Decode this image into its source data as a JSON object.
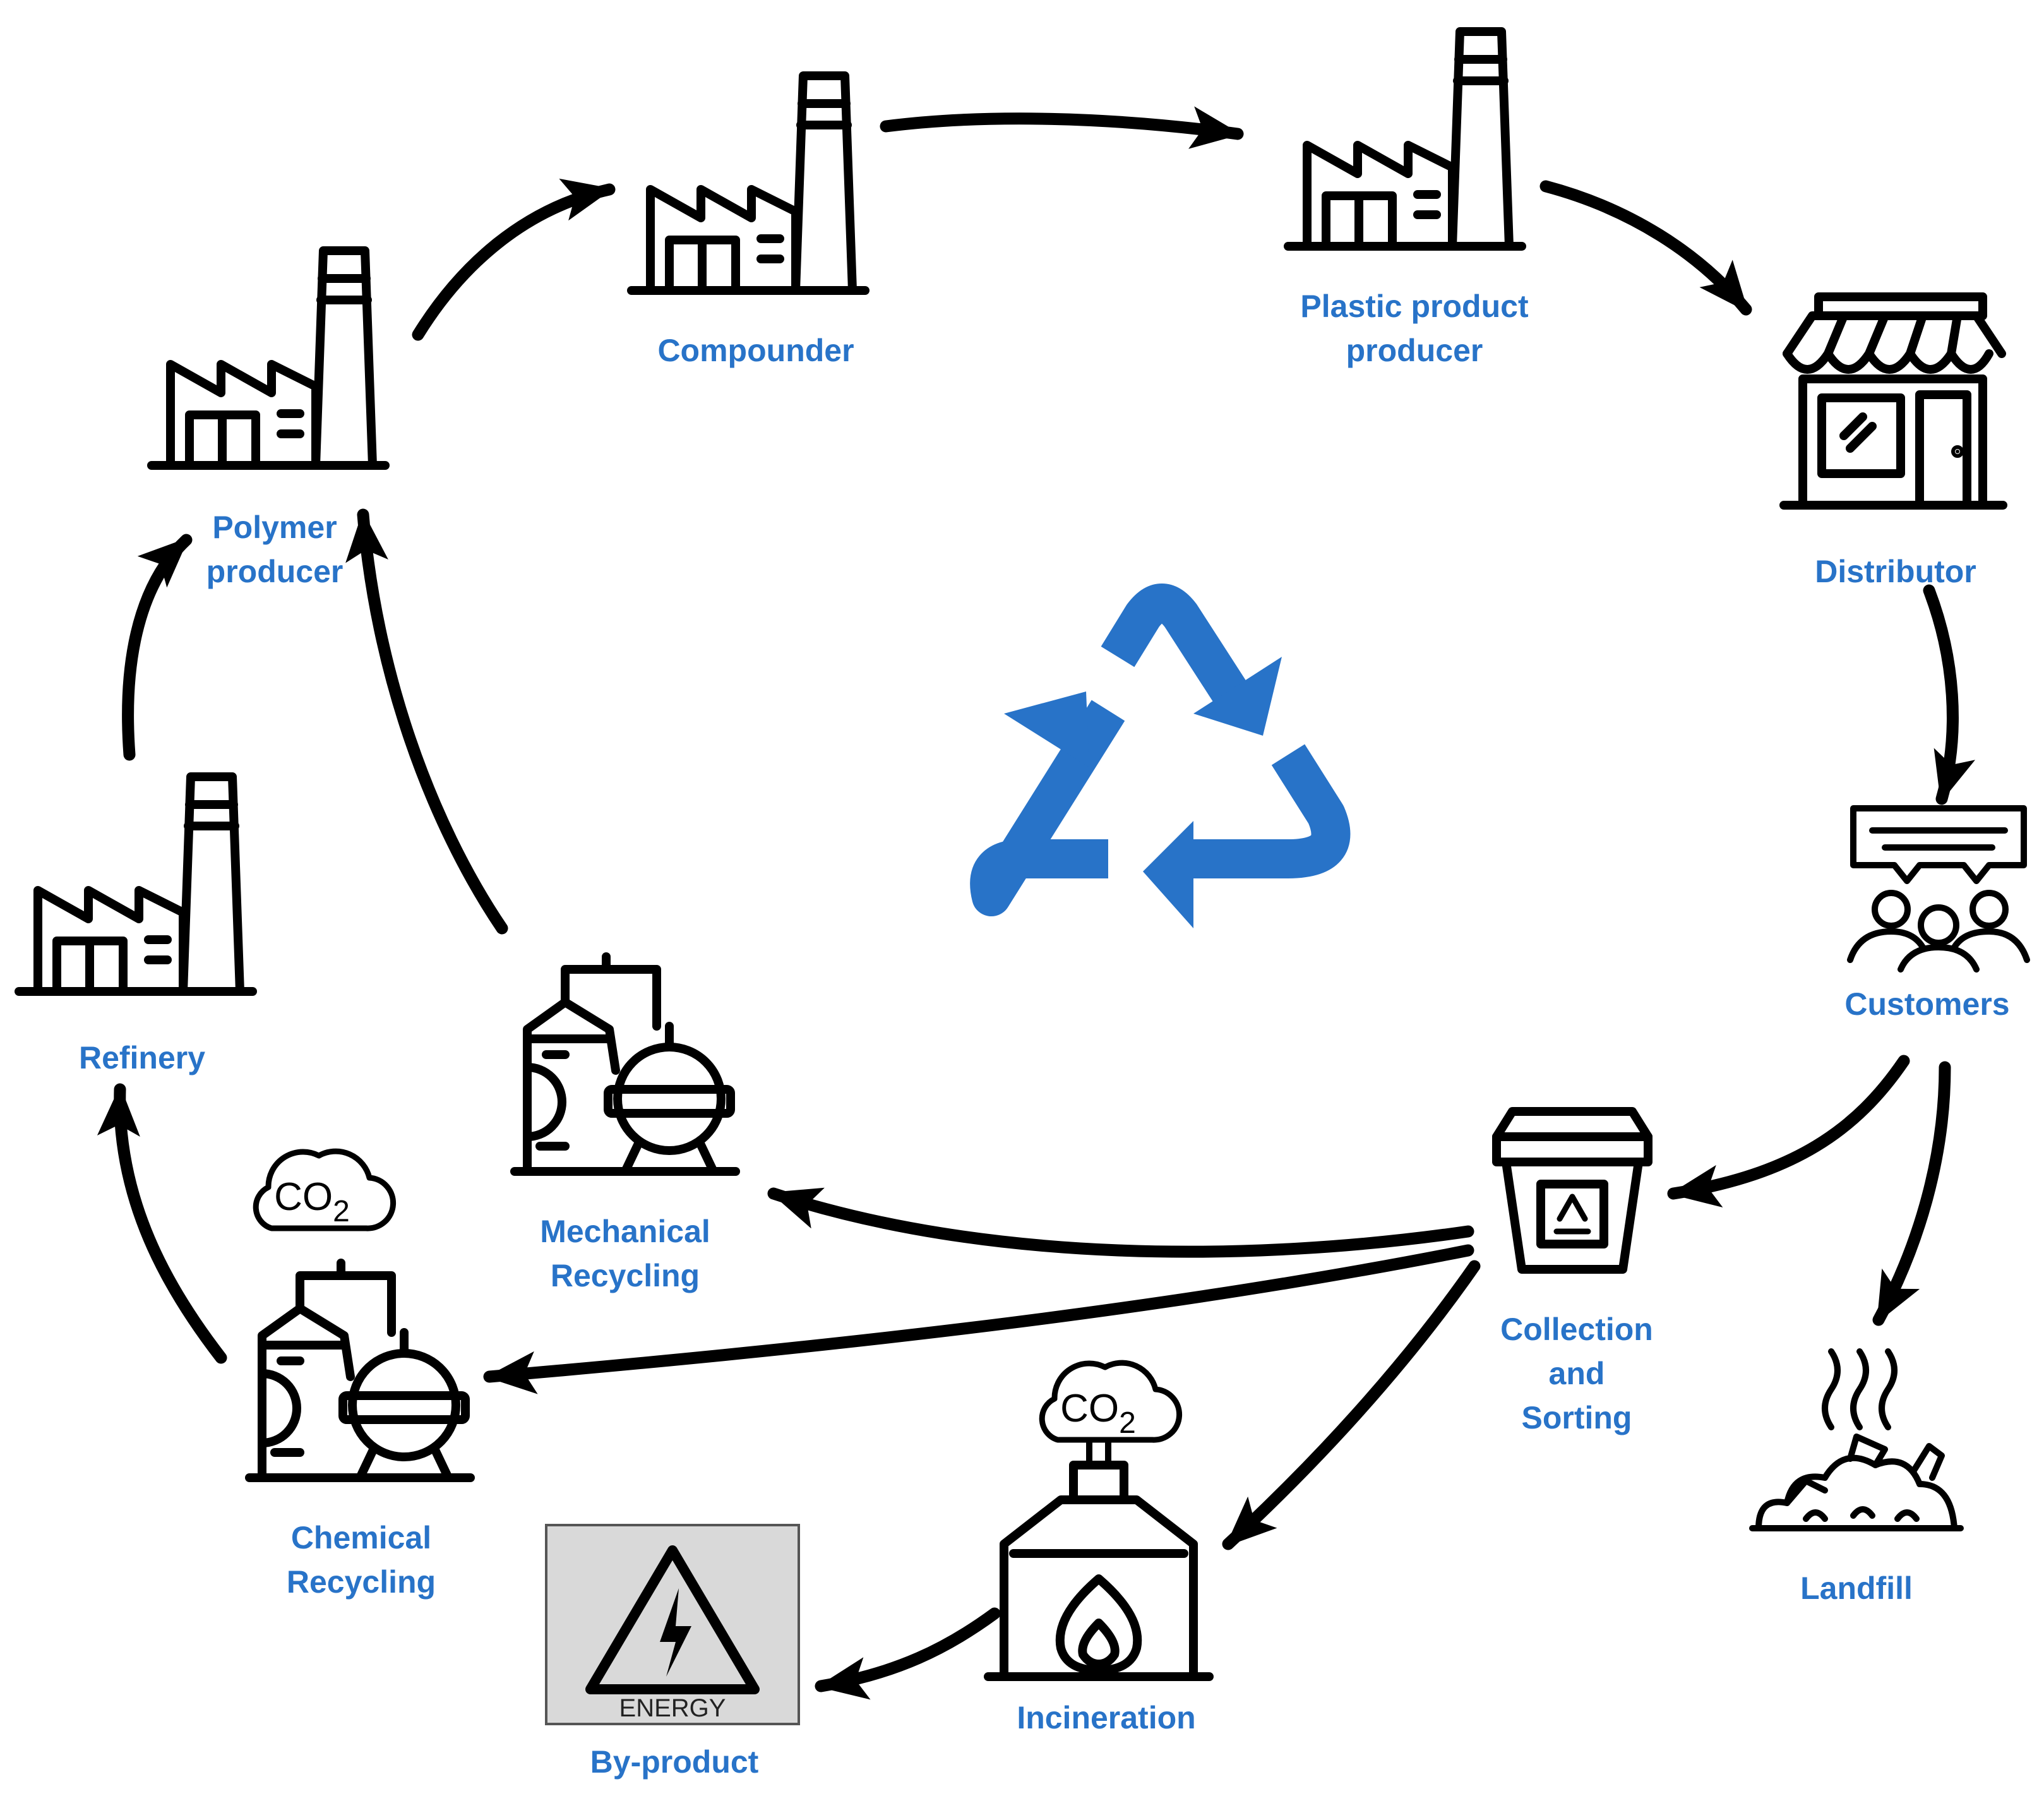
{
  "colors": {
    "label": "#2873c8",
    "recycle_symbol": "#2873c8",
    "line": "#000000",
    "energy_box_fill": "#d9d9d9"
  },
  "center_icon": "recycle-icon",
  "nodes": {
    "refinery": {
      "icon": "factory-icon",
      "lines": [
        "Refinery"
      ]
    },
    "polymer_producer": {
      "icon": "factory-icon",
      "lines": [
        "Polymer",
        "producer"
      ]
    },
    "compounder": {
      "icon": "factory-icon",
      "lines": [
        "Compounder"
      ]
    },
    "plastic_product_producer": {
      "icon": "factory-icon",
      "lines": [
        "Plastic product",
        "producer"
      ]
    },
    "distributor": {
      "icon": "storefront-icon",
      "lines": [
        "Distributor"
      ]
    },
    "customers": {
      "icon": "customers-icon",
      "lines": [
        "Customers"
      ]
    },
    "collection_sorting": {
      "icon": "recycling-bin-icon",
      "lines": [
        "Collection",
        "and",
        "Sorting"
      ]
    },
    "landfill": {
      "icon": "landfill-icon",
      "lines": [
        "Landfill"
      ]
    },
    "mechanical_recycling": {
      "icon": "reactor-tank-icon",
      "lines": [
        "Mechanical",
        "Recycling"
      ]
    },
    "chemical_recycling": {
      "icon": "reactor-tank-icon",
      "lines": [
        "Chemical",
        "Recycling"
      ],
      "emission": "CO2"
    },
    "incineration": {
      "icon": "furnace-icon",
      "lines": [
        "Incineration"
      ],
      "emission": "CO2"
    },
    "by_product": {
      "icon": "energy-warning-icon",
      "lines": [
        "By-product"
      ],
      "badge": "ENERGY"
    }
  },
  "flows": [
    {
      "from": "refinery",
      "to": "polymer_producer"
    },
    {
      "from": "polymer_producer",
      "to": "compounder"
    },
    {
      "from": "compounder",
      "to": "plastic_product_producer"
    },
    {
      "from": "plastic_product_producer",
      "to": "distributor"
    },
    {
      "from": "distributor",
      "to": "customers"
    },
    {
      "from": "customers",
      "to": "collection_sorting"
    },
    {
      "from": "customers",
      "to": "landfill"
    },
    {
      "from": "collection_sorting",
      "to": "mechanical_recycling"
    },
    {
      "from": "collection_sorting",
      "to": "chemical_recycling"
    },
    {
      "from": "collection_sorting",
      "to": "incineration"
    },
    {
      "from": "mechanical_recycling",
      "to": "polymer_producer"
    },
    {
      "from": "chemical_recycling",
      "to": "refinery"
    },
    {
      "from": "incineration",
      "to": "by_product"
    }
  ]
}
